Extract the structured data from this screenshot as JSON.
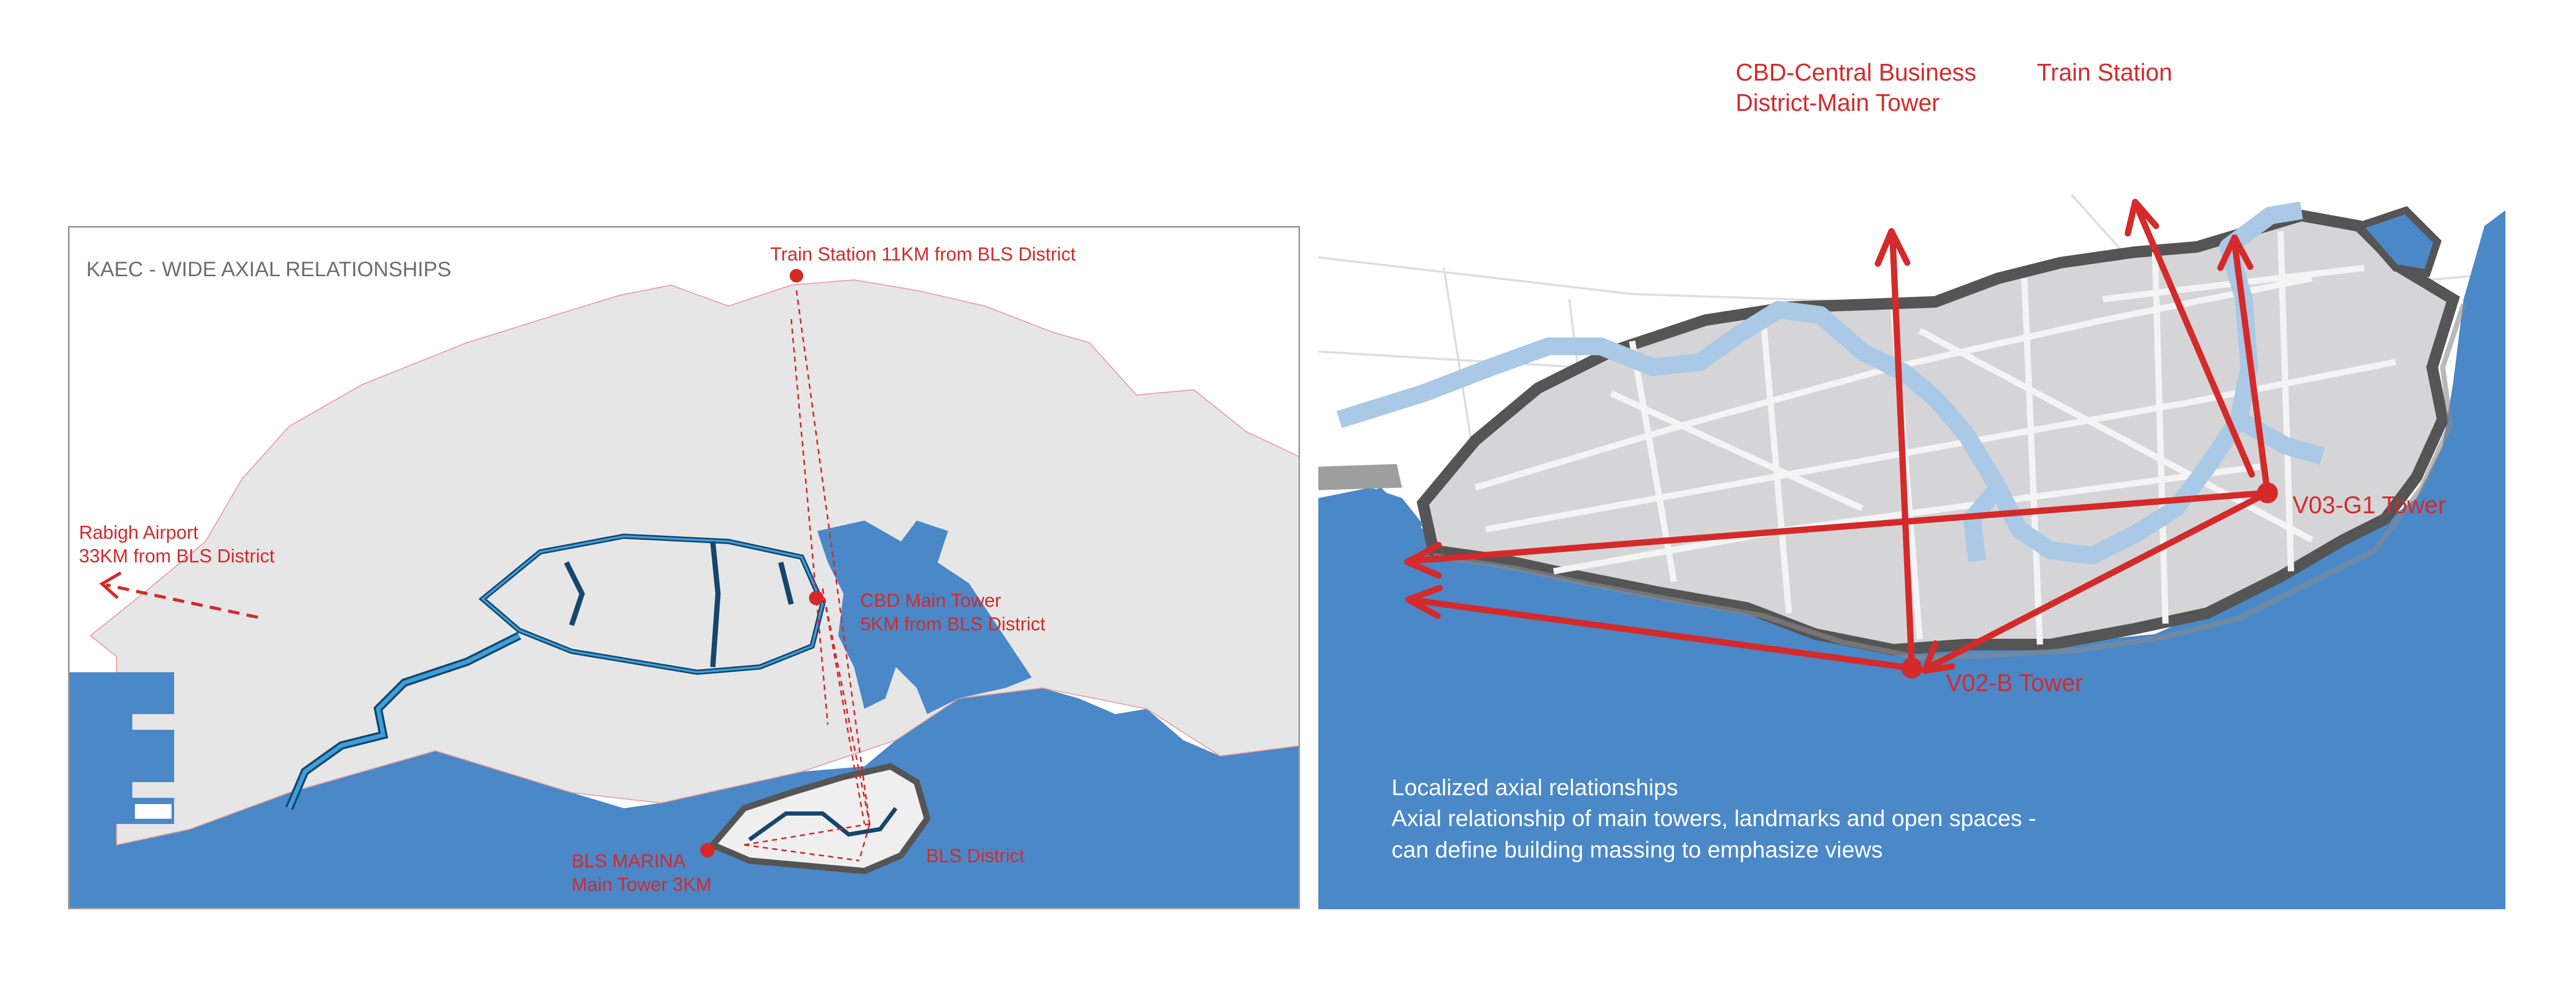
{
  "left_map": {
    "title": "KAEC - WIDE AXIAL RELATIONSHIPS",
    "train_station": "Train Station 11KM from BLS District",
    "airport": [
      "Rabigh Airport",
      "33KM from BLS District"
    ],
    "cbd": [
      "CBD Main Tower",
      "5KM from BLS District"
    ],
    "marina": [
      "BLS MARINA",
      "Main Tower 3KM"
    ],
    "district": "BLS District"
  },
  "right_map": {
    "cbd": [
      "CBD-Central Business",
      "District-Main Tower"
    ],
    "train_station": "Train Station",
    "tower_g1": "V03-G1 Tower",
    "tower_b": "V02-B Tower",
    "note_title": "Localized axial relationships",
    "note_lines": [
      "Axial relationship of main towers, landmarks and open spaces -",
      "can define building massing to emphasize views"
    ]
  },
  "colors": {
    "sea": "#4a88c8",
    "land": "#e6e6e7",
    "canal": "#3d9fd8",
    "canal_outline": "#15466e",
    "accent_red": "#d42a2a",
    "district_boundary": "#555555",
    "light_canal": "#a9c9e6"
  }
}
